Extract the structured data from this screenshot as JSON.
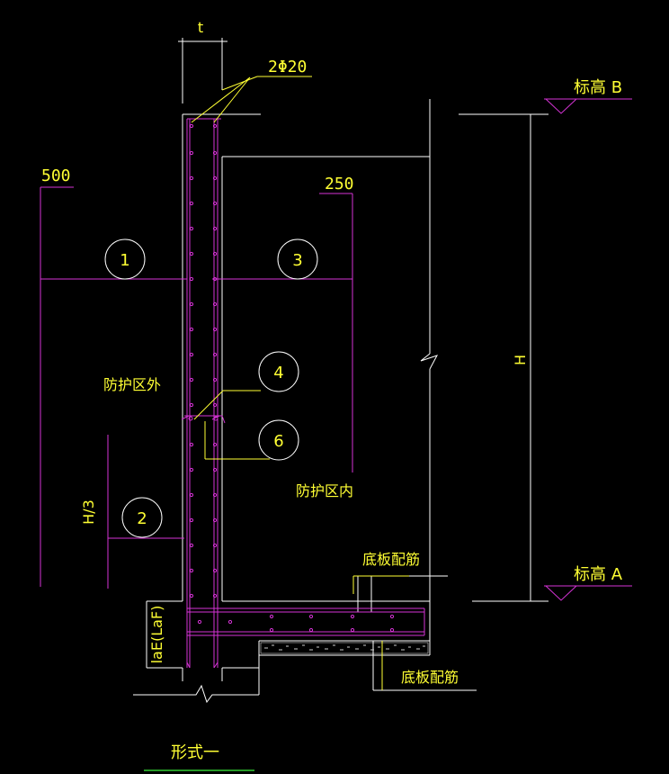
{
  "colors": {
    "background": "#000000",
    "outline": "#ffffff",
    "rebar": "#d633d6",
    "text": "#ffff33",
    "green": "#33cc33"
  },
  "labels": {
    "thickness": "t",
    "top_rebar": "2Φ20",
    "elev_b": "标高 B",
    "elev_a": "标高 A",
    "dim_500": "500",
    "dim_250": "250",
    "height": "H",
    "h_third": "H/3",
    "outside_zone": "防护区外",
    "inside_zone": "防护区内",
    "base_rebar_1": "底板配筋",
    "base_rebar_2": "底板配筋",
    "anchor": "laE(LaF)",
    "caption": "形式一"
  },
  "callouts": [
    "1",
    "2",
    "3",
    "4",
    "6"
  ]
}
